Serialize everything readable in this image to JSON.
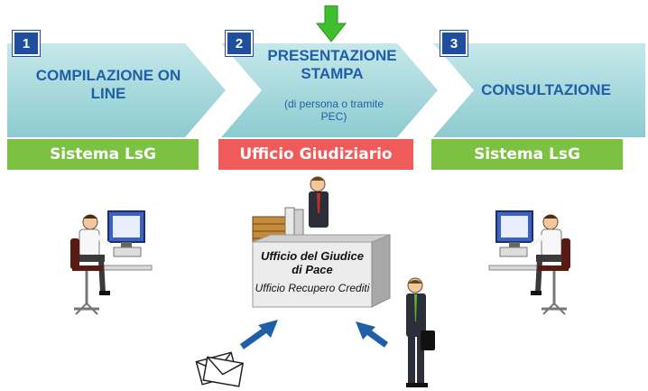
{
  "steps": [
    {
      "number": "1",
      "title": "COMPILAZIONE ON LINE",
      "subtitle": ""
    },
    {
      "number": "2",
      "title": "PRESENTAZIONE STAMPA",
      "subtitle": "(di persona o tramite PEC)"
    },
    {
      "number": "3",
      "title": "CONSULTAZIONE",
      "subtitle": ""
    }
  ],
  "bars": [
    {
      "label": "Sistema LsG",
      "color": "#7dc142"
    },
    {
      "label": "Ufficio Giudiziario",
      "color": "#ef5a5a"
    },
    {
      "label": "Sistema LsG",
      "color": "#7dc142"
    }
  ],
  "office": {
    "title": "Ufficio del Giudice di Pace",
    "subtitle": "Ufficio Recupero Crediti"
  },
  "colors": {
    "arrow_fill": "#a8d8dc",
    "badge": "#1f4e9c",
    "text_blue": "#1f5fa8",
    "marker_green": "#3fbf2f",
    "flow_arrow": "#1f5fa8"
  },
  "icons": [
    "down-arrow-marker-icon",
    "user-at-computer-icon",
    "businessman-icon",
    "office-building-icon",
    "mail-envelopes-icon"
  ]
}
